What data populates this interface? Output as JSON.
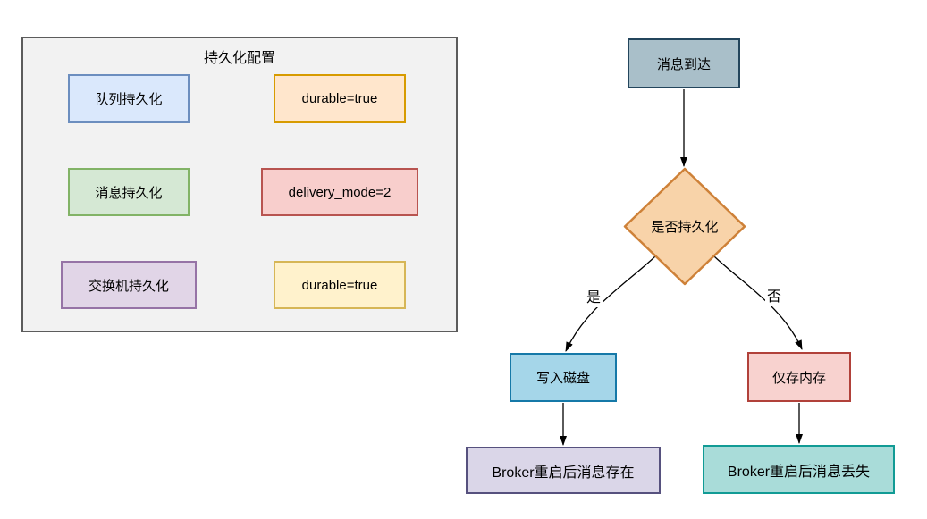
{
  "config_panel": {
    "title": "持久化配置",
    "rows": [
      {
        "label": "队列持久化",
        "value": "durable=true"
      },
      {
        "label": "消息持久化",
        "value": "delivery_mode=2"
      },
      {
        "label": "交换机持久化",
        "value": "durable=true"
      }
    ]
  },
  "flowchart": {
    "start": "消息到达",
    "decision": "是否持久化",
    "yes_label": "是",
    "no_label": "否",
    "yes_node": "写入磁盘",
    "no_node": "仅存内存",
    "yes_result": "Broker重启后消息存在",
    "no_result": "Broker重启后消息丢失"
  },
  "colors": {
    "panel_bg": "#F2F2F2",
    "panel_border": "#5C5C5C",
    "queue_fill": "#DAE8FC",
    "queue_stroke": "#6C8EBF",
    "message_fill": "#D5E8D4",
    "message_stroke": "#82B366",
    "exchange_fill": "#E1D5E7",
    "exchange_stroke": "#9673A6",
    "durable1_fill": "#FFE6CC",
    "durable1_stroke": "#D79B00",
    "delivery_fill": "#F8CECC",
    "delivery_stroke": "#B85450",
    "durable2_fill": "#FFF2CC",
    "durable2_stroke": "#D6B656",
    "start_fill": "#A9BFC9",
    "start_stroke": "#23455C",
    "decision_fill": "#F8D3A9",
    "decision_stroke": "#CE8138",
    "disk_fill": "#A5D6E9",
    "disk_stroke": "#1579A8",
    "memory_fill": "#F8D2CF",
    "memory_stroke": "#B1413A",
    "persist_fill": "#DAD6E8",
    "persist_stroke": "#56517E",
    "lost_fill": "#A9DCD9",
    "lost_stroke": "#119B95",
    "connector": "#000000"
  }
}
